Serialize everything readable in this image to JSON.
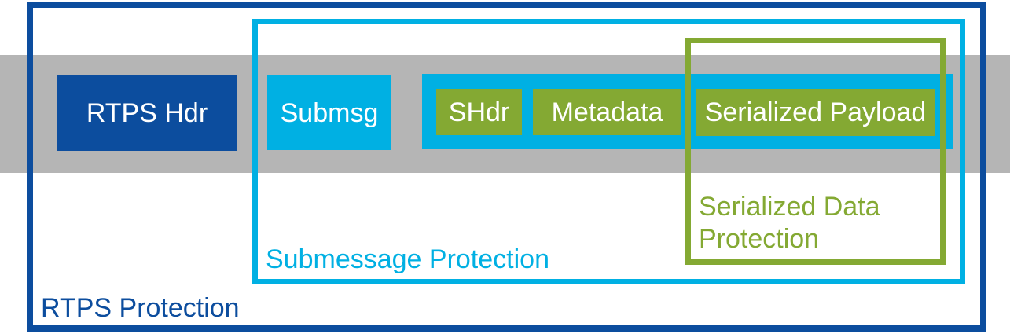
{
  "colors": {
    "dark_blue": "#0c4d9e",
    "cyan": "#00b0e3",
    "green": "#84a933",
    "gray": "#b5b5b5",
    "box_text": "#ffffff"
  },
  "boxes": {
    "rtps_hdr": {
      "label": "RTPS Hdr"
    },
    "submsg": {
      "label": "Submsg"
    },
    "shdr": {
      "label": "SHdr"
    },
    "metadata": {
      "label": "Metadata"
    },
    "serialized_payload": {
      "label": "Serialized Payload"
    }
  },
  "scopes": {
    "rtps_protection": {
      "label": "RTPS Protection"
    },
    "submessage_protection": {
      "label": "Submessage Protection"
    },
    "serialized_data_protection": {
      "label": "Serialized Data Protection"
    }
  }
}
